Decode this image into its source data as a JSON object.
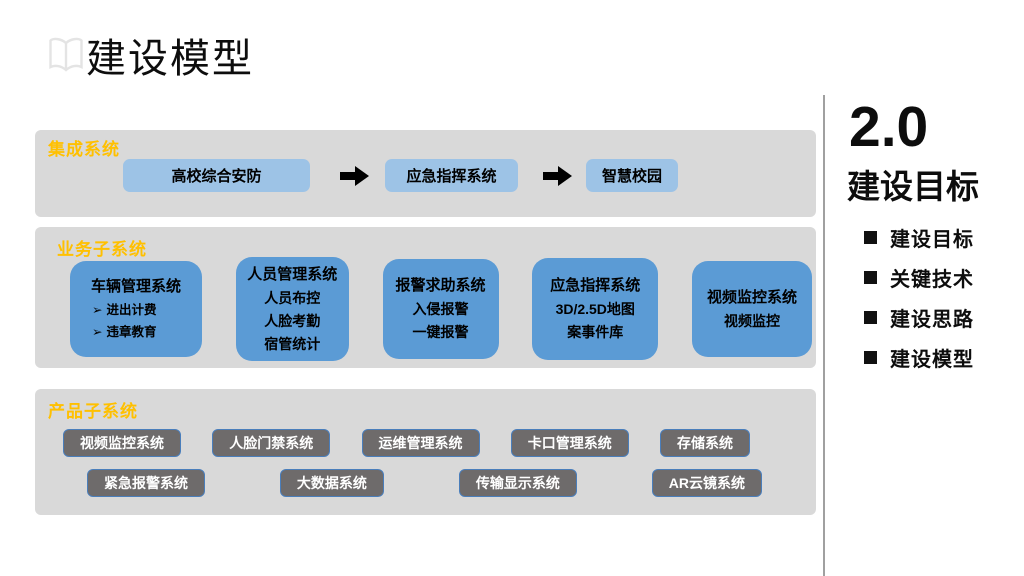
{
  "slide": {
    "title": "建设模型",
    "sections": {
      "integrated": {
        "label": "集成系统",
        "flow": [
          "高校综合安防",
          "应急指挥系统",
          "智慧校园"
        ]
      },
      "business": {
        "label": "业务子系统",
        "bullet_char": "➢",
        "cards": [
          {
            "title": "车辆管理系统",
            "items": [
              "进出计费",
              "违章教育"
            ]
          },
          {
            "title": "人员管理系统",
            "items": [
              "人员布控",
              "人脸考勤",
              "宿管统计"
            ]
          },
          {
            "title": "报警求助系统",
            "items": [
              "入侵报警",
              "一键报警"
            ]
          },
          {
            "title": "应急指挥系统",
            "items": [
              "3D/2.5D地图",
              "案事件库"
            ]
          },
          {
            "title": "视频监控系统",
            "items": [
              "视频监控"
            ]
          }
        ]
      },
      "product": {
        "label": "产品子系统",
        "rows": [
          [
            "视频监控系统",
            "人脸门禁系统",
            "运维管理系统",
            "卡口管理系统",
            "存储系统"
          ],
          [
            "紧急报警系统",
            "大数据系统",
            "传输显示系统",
            "AR云镜系统"
          ]
        ]
      }
    },
    "side_panel": {
      "version": "2.0",
      "heading": "建设目标",
      "menu": [
        "建设目标",
        "关键技术",
        "建设思路",
        "建设模型"
      ]
    }
  },
  "colors": {
    "section_bg": "#d9d9d9",
    "section_label": "#ffc000",
    "flow_box": "#9dc3e6",
    "card": "#5b9bd5",
    "product_btn": "#6e6b6b",
    "product_btn_border": "#4a7ebb",
    "divider": "#a0a0a0",
    "arrow": "#000000"
  }
}
